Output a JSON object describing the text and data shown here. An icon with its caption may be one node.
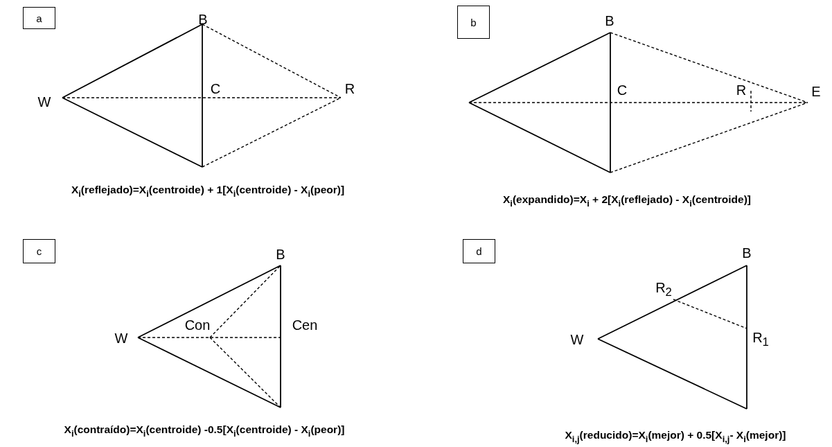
{
  "diagram": {
    "nodes": [
      {
        "text": [
          "a"
        ]
      },
      {
        "text": [
          "b"
        ]
      },
      {
        "text": [
          "c"
        ]
      },
      {
        "text": [
          "d"
        ]
      }
    ],
    "labels": [
      "B",
      "W",
      "C",
      "R",
      "X$_{i}$(reflejado)=X$_{i}$(centroide) + 1[X$_{i}$(centroide) - X$_{i}$(peor)]",
      "B",
      "C",
      "R",
      "E",
      "X$_{i}$(expandido)=X$_{i}$ + 2[X$_{i}$(reflejado) - X$_{i}$(centroide)]",
      "B",
      "Con",
      "Cen",
      "W",
      "X$_{i}$(contraído)=X$_{i}$(centroide) -0.5[X$_{i}$(centroide) - X$_{i}$(peor)]",
      "B",
      "R$_{2}$",
      "W",
      "R$_{1}$",
      "X$_{i,j}$(reducido)=X$_{i}$(mejor) + 0.5[X$_{i,j}$- X$_{i}$(mejor)]"
    ]
  }
}
